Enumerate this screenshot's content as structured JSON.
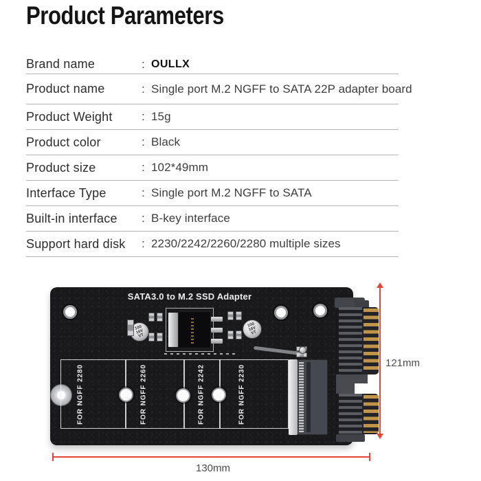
{
  "page": {
    "title": "Product Parameters"
  },
  "parameters": {
    "colon": ":",
    "rows": [
      {
        "label": "Brand name",
        "value": "OULLX"
      },
      {
        "label": "Product name",
        "value": "Single port M.2 NGFF to SATA 22P adapter board"
      },
      {
        "label": "Product Weight",
        "value": "15g"
      },
      {
        "label": "Product color",
        "value": "Black"
      },
      {
        "label": "Product size",
        "value": "102*49mm"
      },
      {
        "label": "Interface Type",
        "value": "Single port M.2 NGFF to SATA"
      },
      {
        "label": "Built-in interface",
        "value": "B-key interface"
      },
      {
        "label": "Support hard disk",
        "value": "2230/2242/2260/2280 multiple sizes"
      }
    ]
  },
  "board": {
    "silkscreen_title": "SATA3.0 to M.2 SSD Adapter",
    "zone_labels": [
      "FOR NGFF 2280",
      "FOR NGFF 2260",
      "FOR NGFF 2242",
      "FOR NGFF 2230"
    ],
    "capacitor_marking": "100\n16V\nVT",
    "colors": {
      "pcb": "#19191c",
      "silkscreen": "#ececec",
      "gold_pins": "#c09449",
      "dimension_red": "#e2463b"
    }
  },
  "dimensions": {
    "height_label": "121mm",
    "width_label": "130mm"
  }
}
